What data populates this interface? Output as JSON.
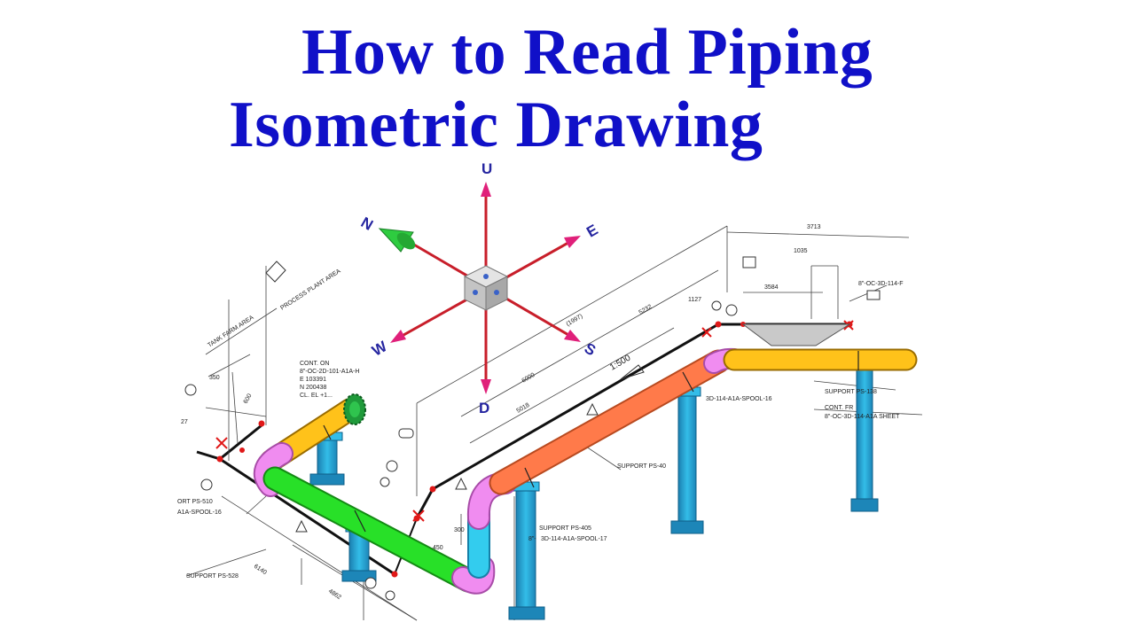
{
  "title": {
    "line1": "How to Read Piping",
    "line2": "Isometric Drawing"
  },
  "compass": {
    "up": "U",
    "down": "D",
    "north": "N",
    "south": "S",
    "east": "E",
    "west": "W"
  },
  "annotations": {
    "area_tank": "TANK FARM AREA",
    "area_process": "PROCESS PLANT AREA",
    "cont_on_1": "CONT. ON",
    "cont_on_2": "8\"-OC-2D-101-A1A-H",
    "cont_on_3": "E 103391",
    "cont_on_4": "N 200438",
    "cont_on_5": "CL. EL +1...",
    "support_528": "SUPPORT PS-528",
    "support_405": "SUPPORT PS-405",
    "support_40": "SUPPORT PS-40",
    "support_138": "SUPPORT PS-138",
    "spool_16_left": "A1A-SPOOL-16",
    "spool_16_right": "3D-114-A1A-SPOOL-16",
    "spool_17": "3D-114-A1A-SPOOL-17",
    "spool_17_prefix": "8\"-",
    "rt_ps510": "ORT PS-510",
    "cont_fr": "CONT. FR",
    "cont_fr_line": "8\"-OC-3D-114-A1A SHEET",
    "line_top_right": "8\"-OC-3D-114-F",
    "slope": "1:500",
    "dim_3713": "3713",
    "dim_1035": "1035",
    "dim_3584": "3584",
    "dim_1997": "(1997)",
    "dim_5232": "5232",
    "dim_6000": "6000",
    "dim_5018": "5018",
    "dim_1127": "1127",
    "dim_350": "350",
    "dim_600": "600",
    "dim_6140": "6140",
    "dim_4862": "4862",
    "dim_300": "300",
    "dim_27": "27",
    "dim_450": "450"
  },
  "colors": {
    "title": "#1010c8",
    "pipe_green": "#28e028",
    "pipe_yellow": "#ffc21a",
    "pipe_orange": "#ff7a4a",
    "elbow_pink": "#f08cf0",
    "pipe_cyan": "#33ccee",
    "support_blue": "#2aa6d6",
    "compass_red": "#c81e2a",
    "compass_magenta": "#e0207a",
    "compass_north": "#2ecc40",
    "flange_green": "#1f9a3a"
  },
  "icons": {
    "flange": "flange-icon",
    "compass_cube": "cube-icon",
    "north_arrow": "north-arrow-icon",
    "weld": "weld-x-icon"
  }
}
